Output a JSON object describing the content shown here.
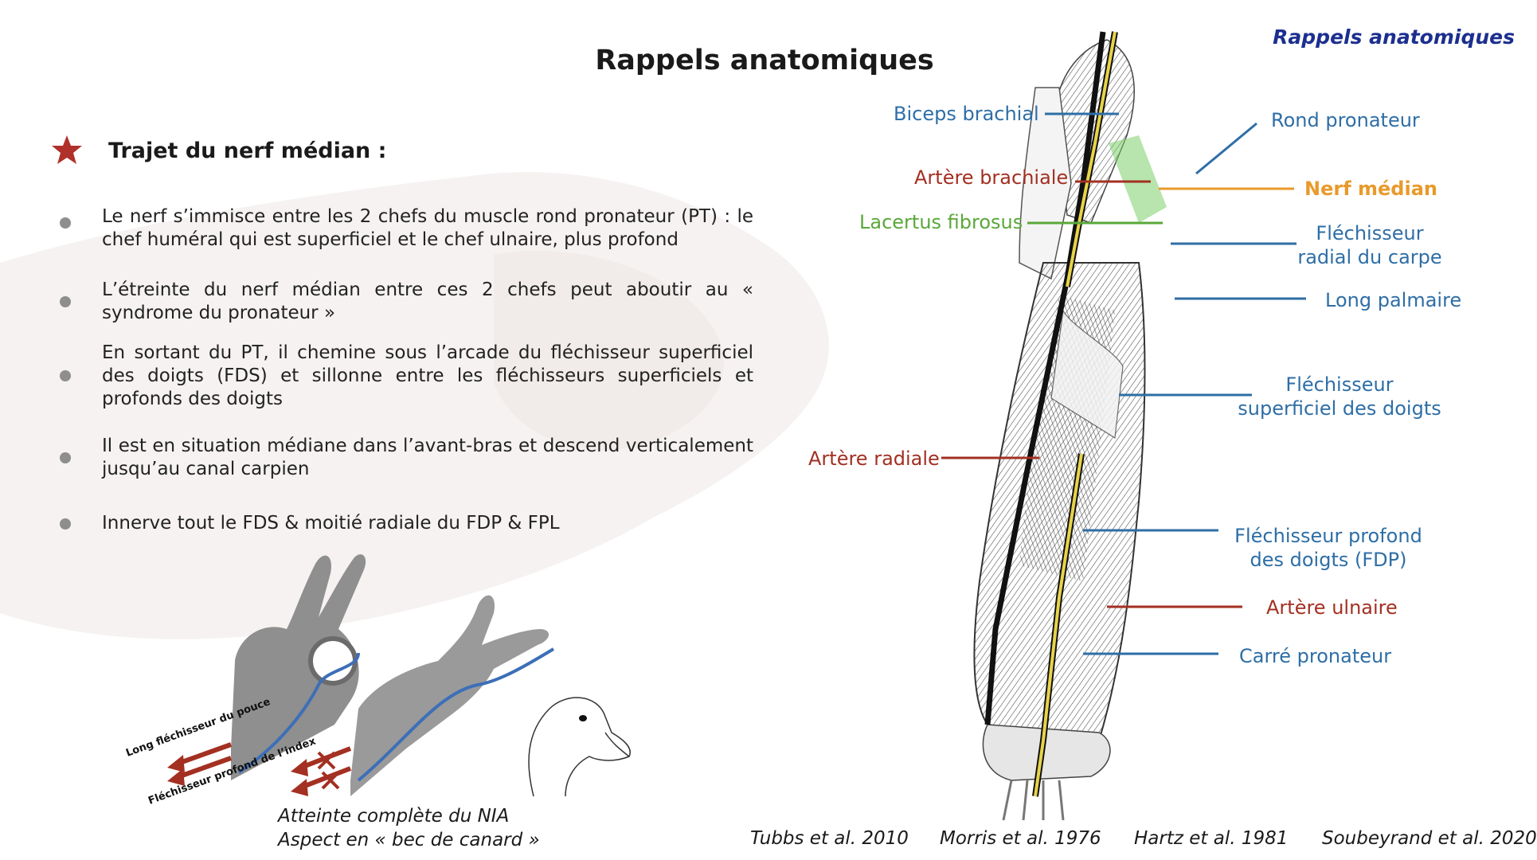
{
  "header": {
    "corner_title": "Rappels anatomiques",
    "title": "Rappels anatomiques"
  },
  "section": {
    "title": "Trajet du nerf médian :"
  },
  "bullets": [
    "Le nerf s’immisce entre les 2 chefs du muscle rond pronateur (PT) : le chef huméral qui est superficiel et le chef ulnaire, plus profond",
    "L’étreinte du nerf médian entre ces 2 chefs peut aboutir au « syndrome du pronateur »",
    "En sortant du PT, il chemine sous l’arcade du fléchisseur superficiel des doigts (FDS) et sillonne entre les fléchisseurs superficiels et profonds des doigts",
    "Il est en situation médiane dans l’avant-bras et descend verticalement jusqu’au canal carpien",
    "Innerve tout le FDS & moitié radiale du FDP & FPL"
  ],
  "anatomy_labels": {
    "biceps": "Biceps brachial",
    "rond_pronateur": "Rond pronateur",
    "artere_brachiale": "Artère brachiale",
    "nerf_median": "Nerf médian",
    "lacertus": "Lacertus fibrosus",
    "flechisseur_radial": [
      "Fléchisseur",
      "radial du carpe"
    ],
    "long_palmaire": "Long palmaire",
    "flechisseur_superficiel": [
      "Fléchisseur",
      "superficiel des doigts"
    ],
    "artere_radiale": "Artère radiale",
    "flechisseur_profond": [
      "Fléchisseur profond",
      "des doigts (FDP)"
    ],
    "artere_ulnaire": "Artère ulnaire",
    "carre_pronateur": "Carré pronateur"
  },
  "hand_figure": {
    "label_pouce": "Long fléchisseur du pouce",
    "label_index": "Fléchisseur profond de l’index",
    "caption_line1": "Atteinte complète du NIA",
    "caption_line2": "Aspect en  « bec de canard »"
  },
  "references": [
    "Tubbs et al. 2010",
    "Morris et al. 1976",
    "Hartz et al. 1981",
    "Soubeyrand et al. 2020"
  ],
  "colors": {
    "blue": "#2e6ea6",
    "red": "#a33022",
    "green": "#5aa83a",
    "orange": "#e89a2a",
    "star": "#b0302a",
    "corner_title": "#1c2f8f"
  }
}
